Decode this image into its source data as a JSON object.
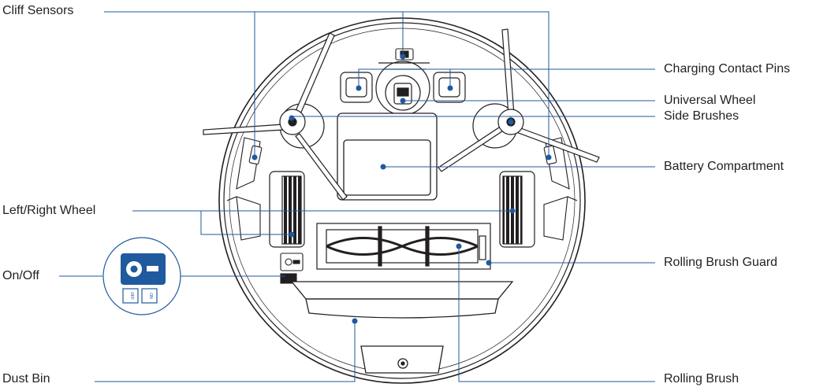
{
  "diagram": {
    "labels": {
      "cliff_sensors": "Cliff Sensors",
      "charging_contact_pins": "Charging Contact Pins",
      "universal_wheel": "Universal Wheel",
      "side_brushes": "Side Brushes",
      "battery_compartment": "Battery Compartment",
      "left_right_wheel": "Left/Right Wheel",
      "on_off": "On/Off",
      "rolling_brush_guard": "Rolling Brush Guard",
      "dust_bin": "Dust Bin",
      "rolling_brush": "Rolling Brush"
    },
    "switch_text": {
      "off": "OFF",
      "on": "ON"
    },
    "colors": {
      "line": "#1f5a9e",
      "dot": "#1f5a9e",
      "outline": "#231f20",
      "switch_fill": "#1f5a9e"
    }
  }
}
